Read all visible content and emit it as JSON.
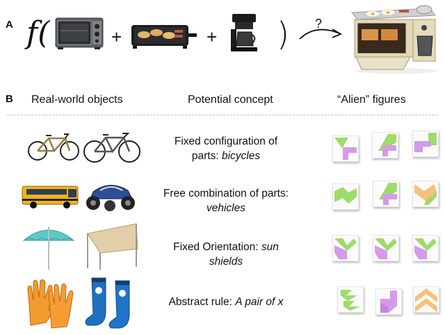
{
  "panel_a": {
    "letter": "A",
    "function_symbol": "f(",
    "plus": "+",
    "close_paren": ")",
    "question_mark": "?"
  },
  "panel_b": {
    "letter": "B",
    "headers": {
      "objects": "Real-world objects",
      "concept": "Potential concept",
      "figures": "“Alien” figures"
    },
    "rows": [
      {
        "concept_plain": "Fixed configuration of parts: ",
        "concept_italic": "bicycles"
      },
      {
        "concept_plain": "Free combination of parts: ",
        "concept_italic": "vehicles"
      },
      {
        "concept_plain": "Fixed Orientation: ",
        "concept_italic": "sun shields"
      },
      {
        "concept_plain": "Abstract rule: ",
        "concept_italic": "A pair of x"
      }
    ]
  },
  "colors": {
    "green": "#9ddb6a",
    "purple": "#d59ae8",
    "orange": "#f6c17a",
    "tile_bg": "#fbfbfb"
  }
}
